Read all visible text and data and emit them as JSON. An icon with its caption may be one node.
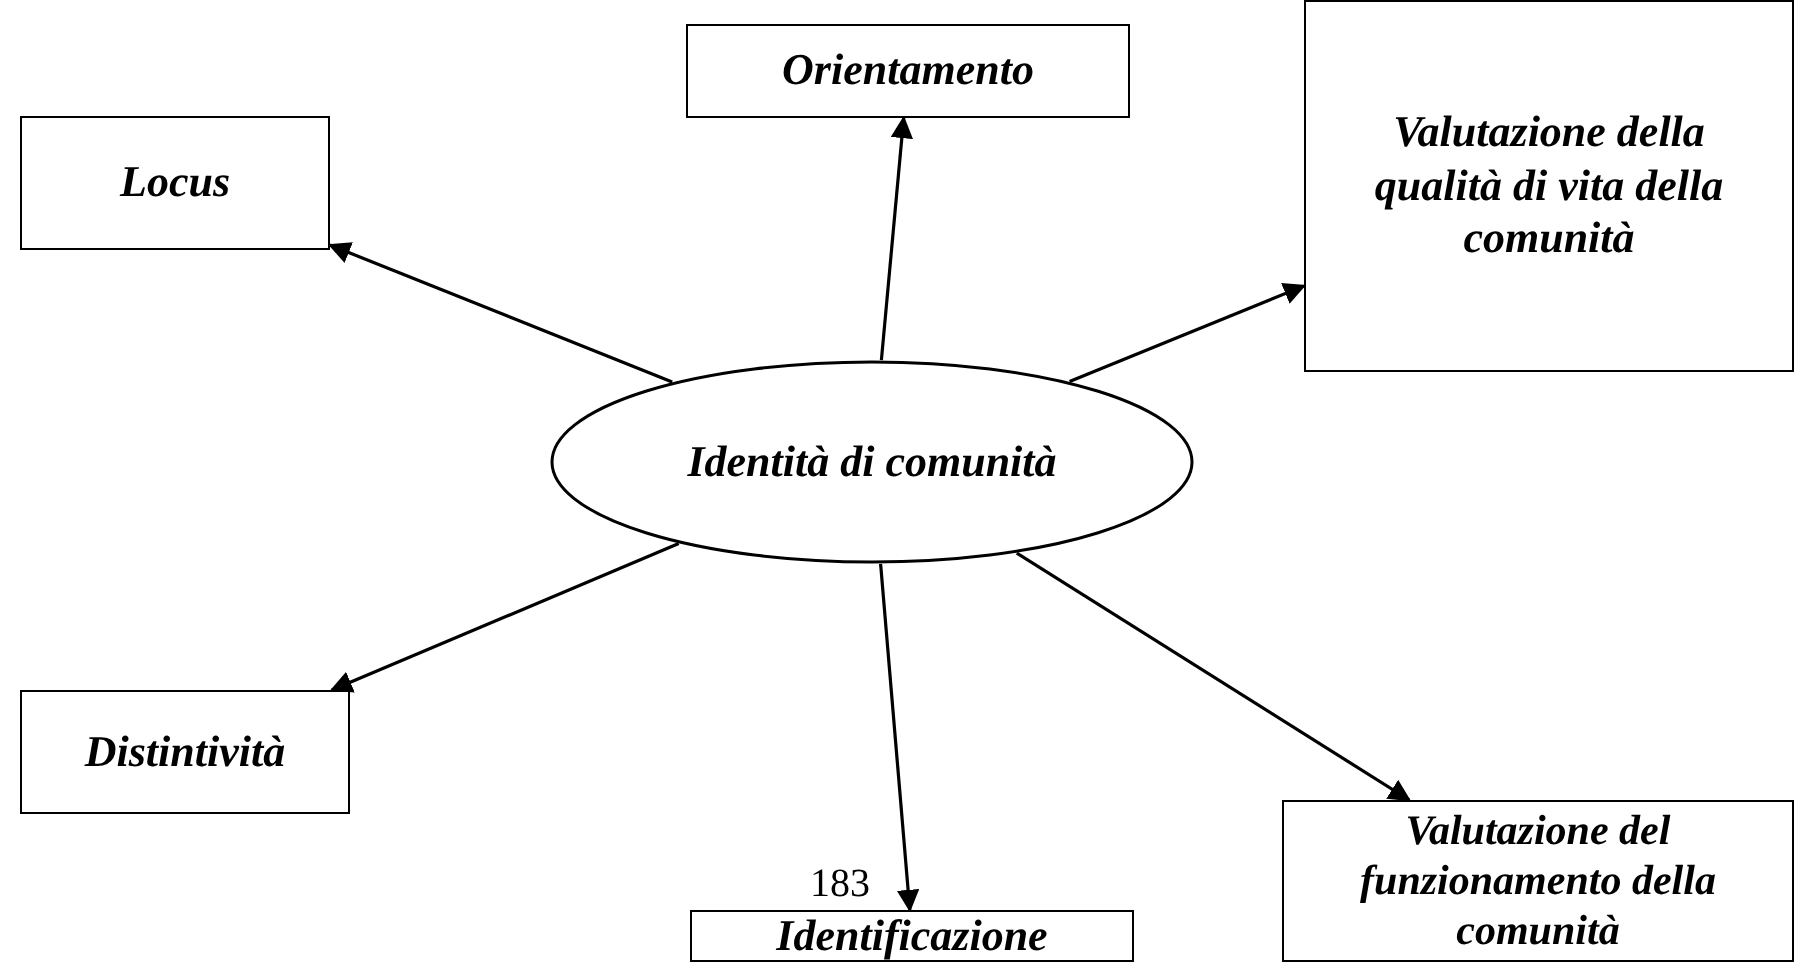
{
  "diagram": {
    "nodes": [
      {
        "text": [
          "Identità di comunità"
        ]
      },
      {
        "text": [
          "Locus"
        ]
      },
      {
        "text": [
          "Orientamento"
        ]
      },
      {
        "text": [
          "Valutazione della qualità di vita della comunità"
        ]
      },
      {
        "text": [
          "Distintività"
        ]
      },
      {
        "text": [
          "Identificazione"
        ]
      },
      {
        "text": [
          "Valutazione del funzionamento della comunità"
        ]
      }
    ],
    "edges": [
      {
        "from": 0,
        "to": 1,
        "arrow": "to"
      },
      {
        "from": 0,
        "to": 2,
        "arrow": "to"
      },
      {
        "from": 0,
        "to": 3,
        "arrow": "to"
      },
      {
        "from": 0,
        "to": 4,
        "arrow": "to"
      },
      {
        "from": 0,
        "to": 5,
        "arrow": "to"
      },
      {
        "from": 0,
        "to": 6,
        "arrow": "to"
      }
    ],
    "labels": [
      "183"
    ]
  }
}
